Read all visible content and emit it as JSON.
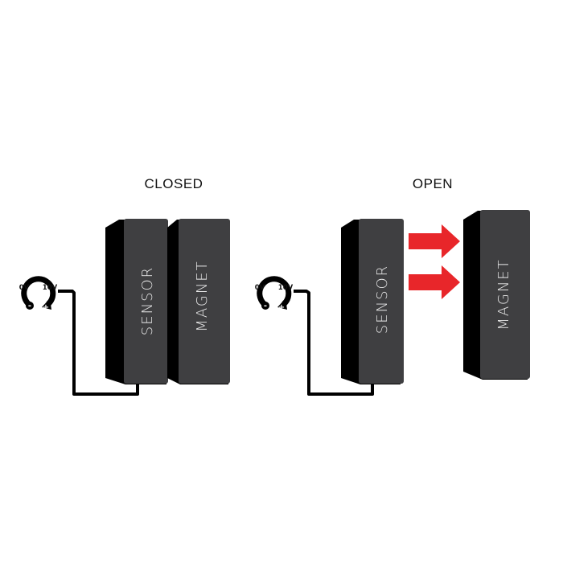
{
  "panels": {
    "closed": {
      "title": "CLOSED",
      "sensor_label": "SENSOR",
      "magnet_label": "MAGNET",
      "volt_low": "0V",
      "volt_high": "10V"
    },
    "open": {
      "title": "OPEN",
      "sensor_label": "SENSOR",
      "magnet_label": "MAGNET",
      "volt_low": "0V",
      "volt_high": "10V"
    }
  },
  "signs": {
    "minus": "-",
    "plus": "+"
  },
  "icons": [
    "voltage-dial-icon",
    "arrow-right-icon"
  ],
  "colors": {
    "block_face": "#3f3f41",
    "block_shadow": "#000000",
    "arrow": "#e8262a",
    "wire": "#000000",
    "text": "#111111"
  }
}
